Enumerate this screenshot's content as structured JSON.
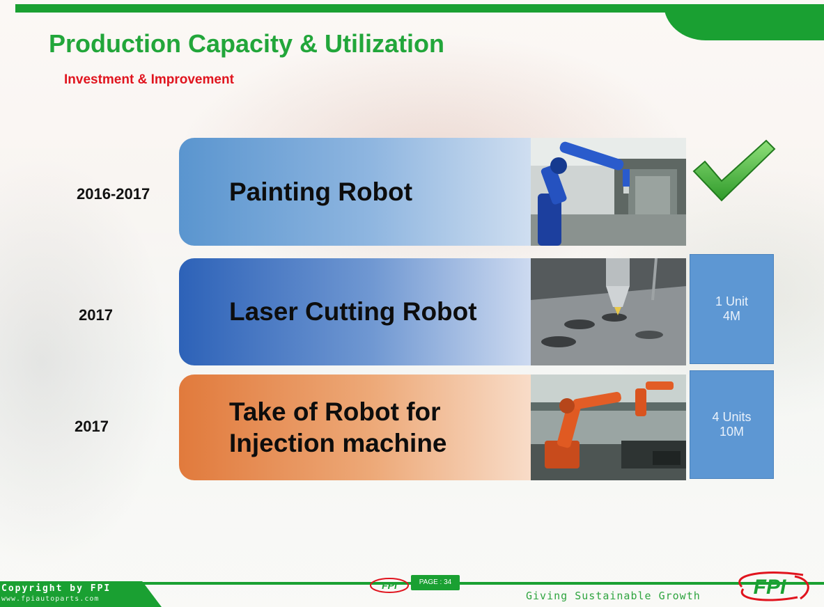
{
  "slide": {
    "title": "Production Capacity & Utilization",
    "subtitle": "Investment & Improvement"
  },
  "items": [
    {
      "year": "2016-2017",
      "label_lines": [
        "Painting Robot"
      ],
      "photo_icon": "painting-robot-photo",
      "status_icon": "green-checkmark-icon",
      "info_lines": []
    },
    {
      "year": "2017",
      "label_lines": [
        "Laser Cutting Robot"
      ],
      "photo_icon": "laser-cutting-photo",
      "info_lines": [
        "1 Unit",
        "4M"
      ]
    },
    {
      "year": "2017",
      "label_lines": [
        "Take of Robot for",
        "Injection machine"
      ],
      "photo_icon": "injection-robot-photo",
      "info_lines": [
        "4 Units",
        "10M"
      ]
    }
  ],
  "footer": {
    "copyright_line1": "Copyright by FPI",
    "copyright_line2": "www.fpiautoparts.com",
    "page_label": "PAGE : 34",
    "slogan": "Giving Sustainable Growth",
    "logo_text": "FPI"
  },
  "colors": {
    "brand_green": "#1aa032",
    "title_green": "#22a63a",
    "subtitle_red": "#e0141e",
    "band_blue_light": "#5a95cf",
    "band_blue_dark": "#2d62b8",
    "band_orange": "#e17a3c",
    "info_box_blue": "#5d97d3"
  }
}
